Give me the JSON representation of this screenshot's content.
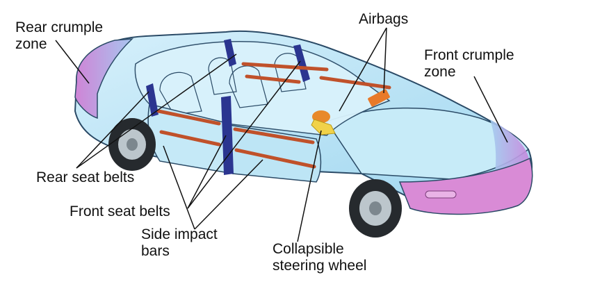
{
  "diagram": {
    "labels": {
      "rear_crumple_zone": [
        "Rear crumple",
        "zone"
      ],
      "airbags": "Airbags",
      "front_crumple_zone": [
        "Front crumple",
        "zone"
      ],
      "rear_seat_belts": "Rear seat belts",
      "front_seat_belts": "Front seat belts",
      "side_impact_bars": [
        "Side impact",
        "bars"
      ],
      "collapsible_steering_wheel": [
        "Collapsible",
        "steering wheel"
      ]
    },
    "colors": {
      "body_fill": "#bfe6f6",
      "body_stroke": "#2a4a66",
      "crumple_zone": "#d98bd6",
      "seat_belt": "#2b3590",
      "side_impact_bar": "#c0512a",
      "airbag": "#e87a2a",
      "steering_column": "#f1d24a",
      "tire": "#262a2e",
      "wheel_rim": "#bcc6cc"
    }
  }
}
